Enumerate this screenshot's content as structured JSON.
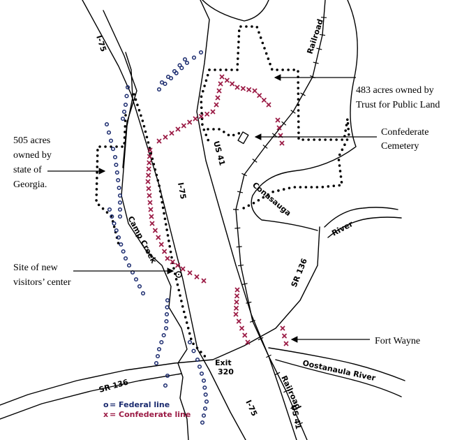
{
  "annotations": {
    "trust_line1": "483 acres owned by",
    "trust_line2": "Trust for Public Land",
    "cemetery_line1": "Confederate",
    "cemetery_line2": "Cemetery",
    "georgia_line1": "505 acres",
    "georgia_line2": "owned by",
    "georgia_line3": "state of",
    "georgia_line4": "Georgia.",
    "visitors_line1": "Site of new",
    "visitors_line2": "visitors’ center",
    "fort_wayne": "Fort Wayne"
  },
  "map_labels": {
    "i75_top": "I-75",
    "i75_mid": "I-75",
    "i75_bottom": "I-75",
    "us41_top": "US 41",
    "us41_bottom": "US 41",
    "railroad_top": "Railroad",
    "railroad_bottom": "Railroad",
    "camp_creek": "Camp Creek",
    "conasauga": "Conasauga",
    "river": "River",
    "sr136_right": "SR 136",
    "sr136_left": "SR 136",
    "exit_line1": "Exit",
    "exit_line2": "320",
    "oostanaula": "Oostanaula River"
  },
  "legend": {
    "federal_symbol": "o",
    "federal_label": "= Federal line",
    "confederate_symbol": "x",
    "confederate_label": "= Confederate line"
  },
  "colors": {
    "federal": "#1a2a6e",
    "confederate": "#9b1b45"
  }
}
